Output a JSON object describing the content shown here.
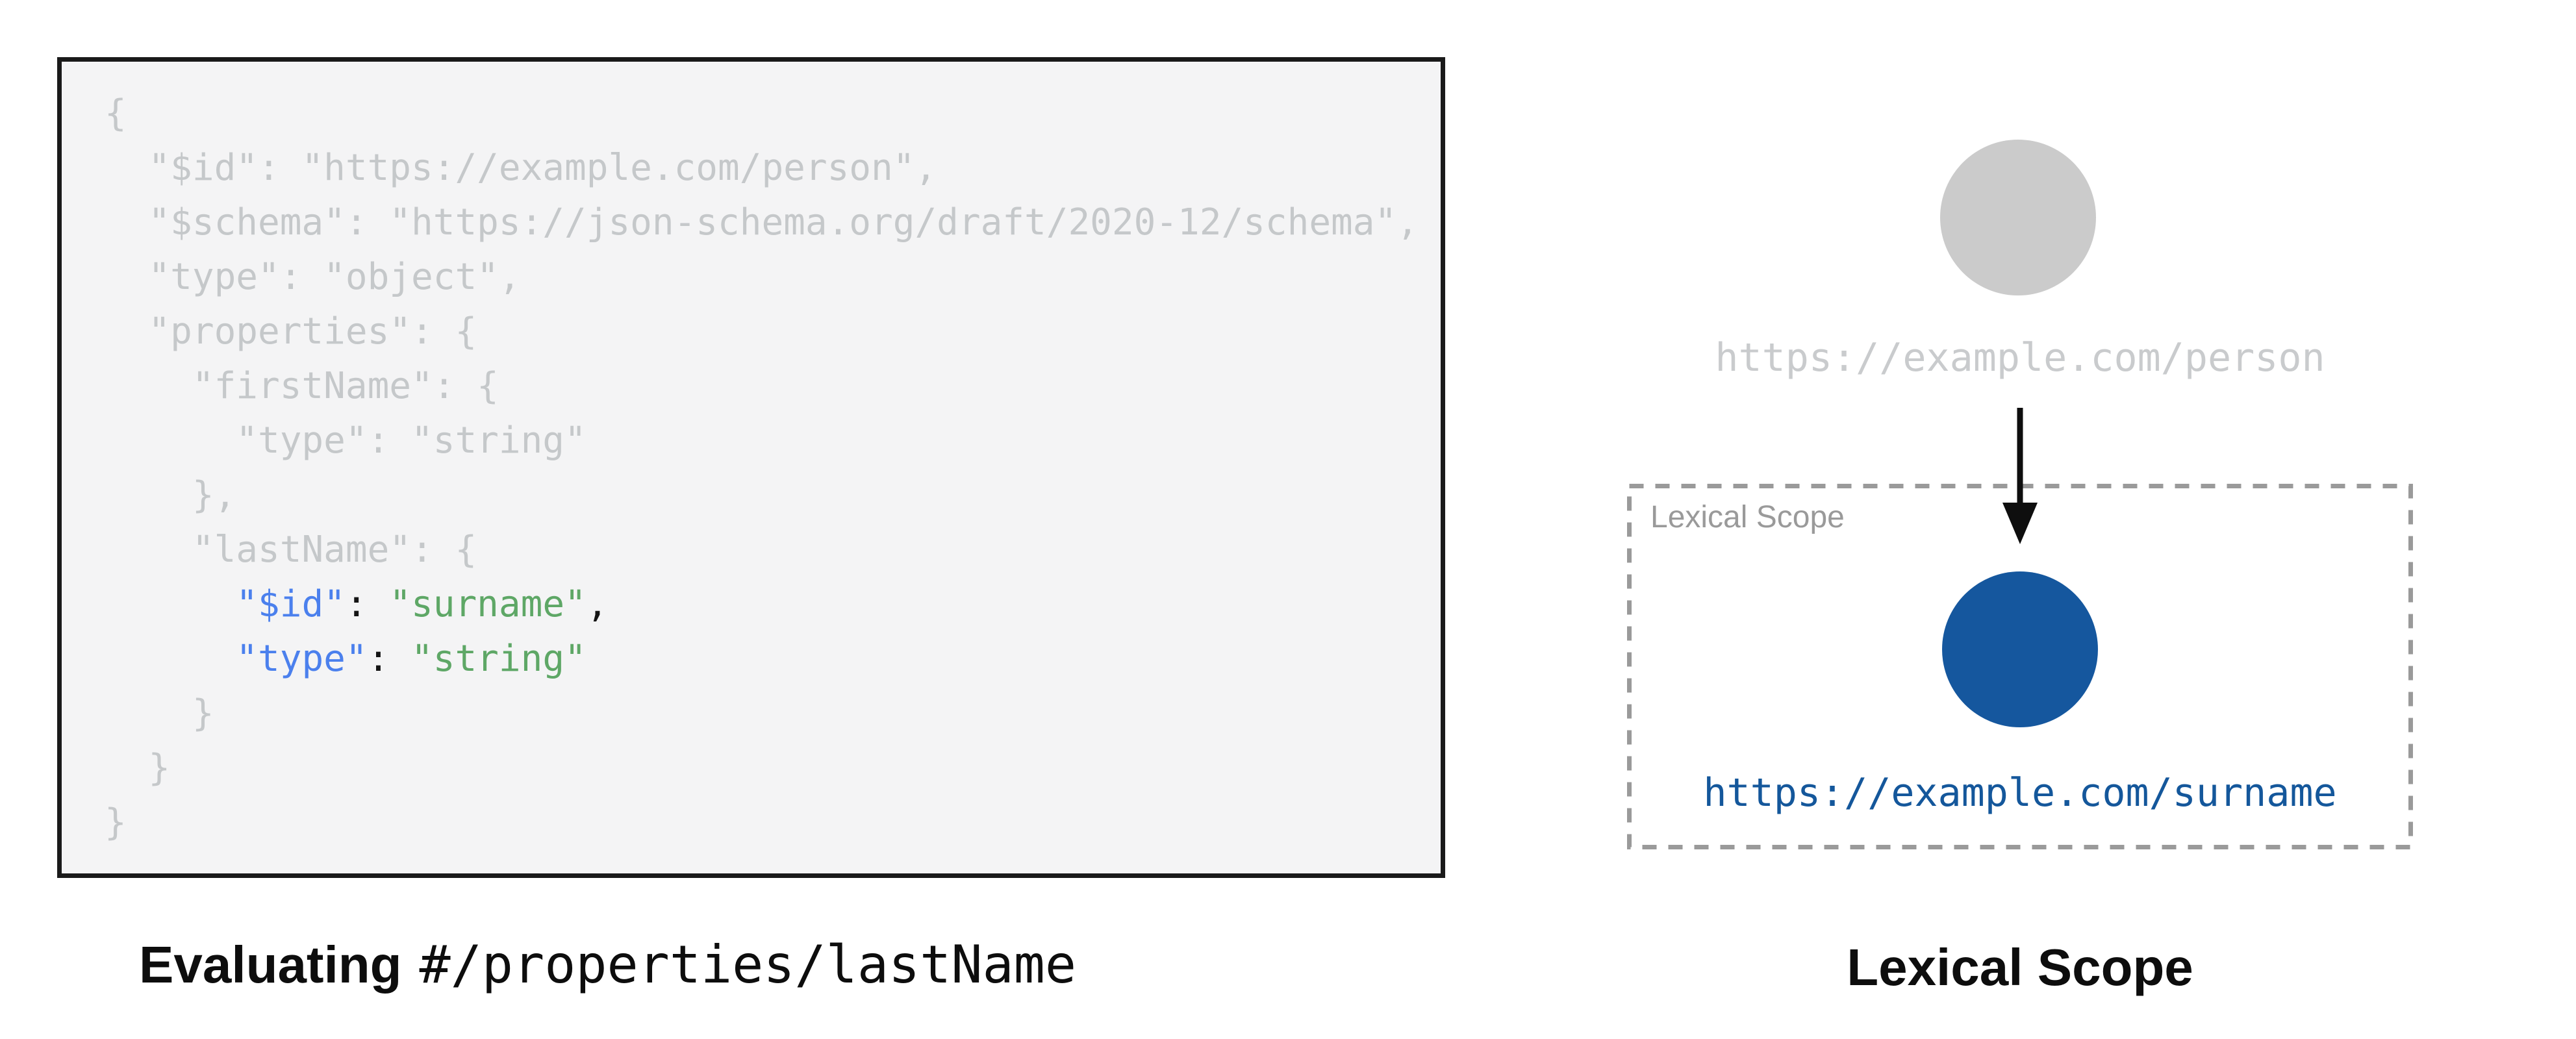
{
  "colors": {
    "page_bg": "#ffffff",
    "code_bg": "#f4f4f5",
    "code_border": "#1a1a1a",
    "code_muted": "#c5c8ca",
    "code_key_blue": "#4b80ed",
    "code_string_green": "#5ea766",
    "code_punct": "#141414",
    "node_gray": "#cbcbcb",
    "uri_gray": "#c9cbcd",
    "node_blue": "#15579e",
    "uri_blue": "#14579b",
    "scope_dash_gray": "#9a9a9a",
    "scope_label_gray": "#9a9a9a",
    "caption_color": "#0d0d0d",
    "arrow_color": "#0e0e0e"
  },
  "code_panel": {
    "language": "json",
    "lines": [
      [
        {
          "text": "{",
          "cls": "m"
        }
      ],
      [
        {
          "text": "  \"$id\": \"https://example.com/person\",",
          "cls": "m"
        }
      ],
      [
        {
          "text": "  \"$schema\": \"https://json-schema.org/draft/2020-12/schema\",",
          "cls": "m"
        }
      ],
      [
        {
          "text": "  \"type\": \"object\",",
          "cls": "m"
        }
      ],
      [
        {
          "text": "  \"properties\": {",
          "cls": "m"
        }
      ],
      [
        {
          "text": "    \"firstName\": {",
          "cls": "m"
        }
      ],
      [
        {
          "text": "      \"type\": \"string\"",
          "cls": "m"
        }
      ],
      [
        {
          "text": "    },",
          "cls": "m"
        }
      ],
      [
        {
          "text": "    \"lastName\": {",
          "cls": "m"
        }
      ],
      [
        {
          "text": "      ",
          "cls": "m"
        },
        {
          "text": "\"$id\"",
          "cls": "k"
        },
        {
          "text": ": ",
          "cls": "p"
        },
        {
          "text": "\"surname\"",
          "cls": "s"
        },
        {
          "text": ",",
          "cls": "p"
        }
      ],
      [
        {
          "text": "      ",
          "cls": "m"
        },
        {
          "text": "\"type\"",
          "cls": "k"
        },
        {
          "text": ": ",
          "cls": "p"
        },
        {
          "text": "\"string\"",
          "cls": "s"
        }
      ],
      [
        {
          "text": "    }",
          "cls": "m"
        }
      ],
      [
        {
          "text": "  }",
          "cls": "m"
        }
      ],
      [
        {
          "text": "}",
          "cls": "m"
        }
      ]
    ]
  },
  "left_caption": {
    "bold_text": "Evaluating",
    "pointer_path": "#/properties/lastName"
  },
  "diagram": {
    "parent_uri": "https://example.com/person",
    "scope_box_label": "Lexical Scope",
    "child_uri": "https://example.com/surname",
    "caption": "Lexical Scope"
  },
  "icons": {
    "reference_arrow": "arrow-down"
  }
}
